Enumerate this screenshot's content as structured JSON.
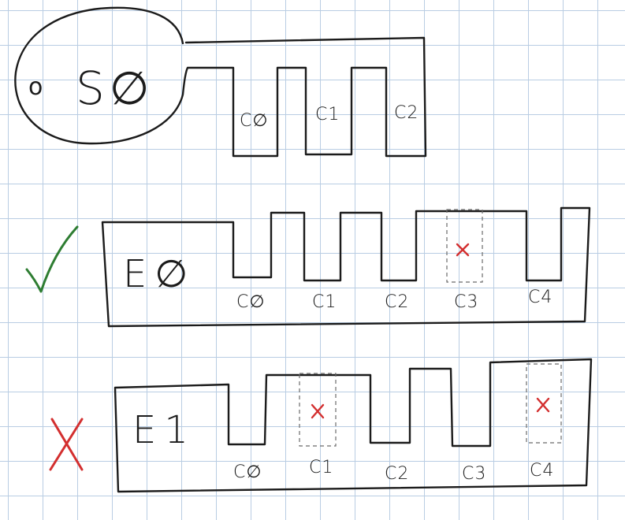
{
  "sketch": {
    "colors": {
      "ink": "#1b1b1b",
      "grid": "#b9cde3",
      "check": "#2e7d32",
      "cross": "#d32f2f"
    },
    "segment": {
      "label": "S0",
      "text": "S∅",
      "bullet": "o",
      "slots": [
        "C∅",
        "C1",
        "C2"
      ]
    },
    "rows": [
      {
        "verdict": "check",
        "label": "E∅",
        "slots": [
          "C∅",
          "C1",
          "C2",
          "C3",
          "C4"
        ],
        "blocked_slots": [
          "C3"
        ],
        "blocked_mark": "x"
      },
      {
        "verdict": "cross",
        "label": "E1",
        "slots": [
          "C∅",
          "C1",
          "C2",
          "C3",
          "C4"
        ],
        "blocked_slots": [
          "C1",
          "C4"
        ],
        "blocked_mark": "x"
      }
    ]
  }
}
